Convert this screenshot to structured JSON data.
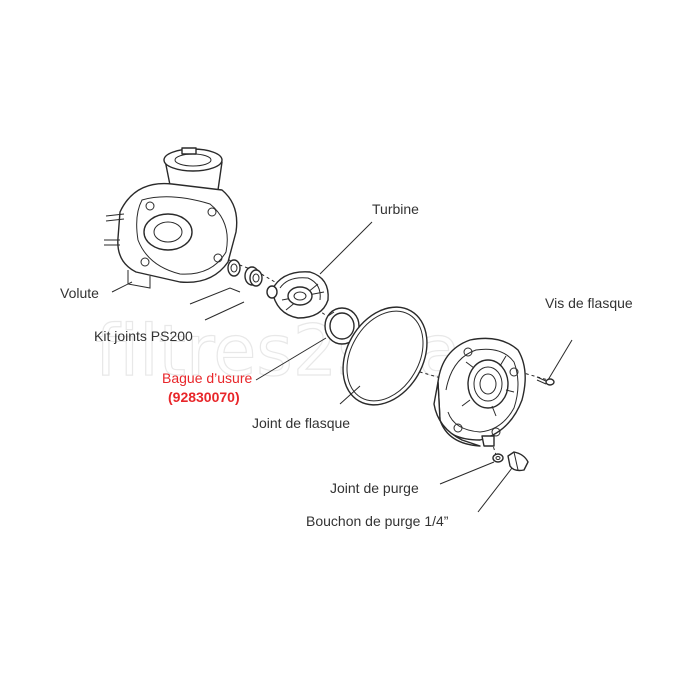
{
  "watermark": "filtres2spa",
  "labels": {
    "volute": "Volute",
    "kit_joints": "Kit joints PS200",
    "turbine": "Turbine",
    "bague": "Bague d’usure",
    "bague_ref": "(92830070)",
    "joint_flasque": "Joint de flasque",
    "vis_flasque": "Vis de flasque",
    "joint_purge": "Joint de purge",
    "bouchon_purge": "Bouchon de purge 1/4”"
  },
  "colors": {
    "highlight": "#e8262a",
    "text": "#333333",
    "line": "#2a2a2a"
  }
}
